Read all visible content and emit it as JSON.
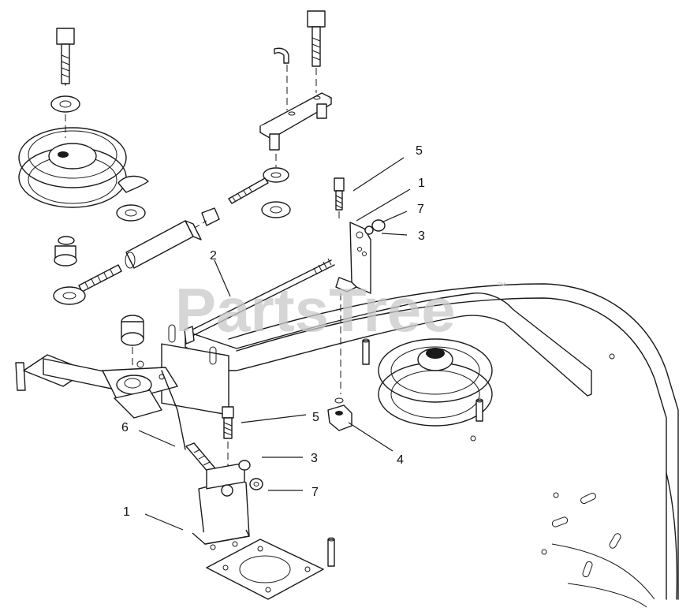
{
  "watermark": {
    "text": "PartsTree",
    "trademark": "™"
  },
  "callouts": [
    {
      "id": "c5-top",
      "label": "5"
    },
    {
      "id": "c1-top",
      "label": "1"
    },
    {
      "id": "c7-top",
      "label": "7"
    },
    {
      "id": "c3-top",
      "label": "3"
    },
    {
      "id": "c2",
      "label": "2"
    },
    {
      "id": "c5-bot",
      "label": "5"
    },
    {
      "id": "c3-bot",
      "label": "3"
    },
    {
      "id": "c7-bot",
      "label": "7"
    },
    {
      "id": "c4",
      "label": "4"
    },
    {
      "id": "c6",
      "label": "6"
    },
    {
      "id": "c1-bot",
      "label": "1"
    }
  ]
}
